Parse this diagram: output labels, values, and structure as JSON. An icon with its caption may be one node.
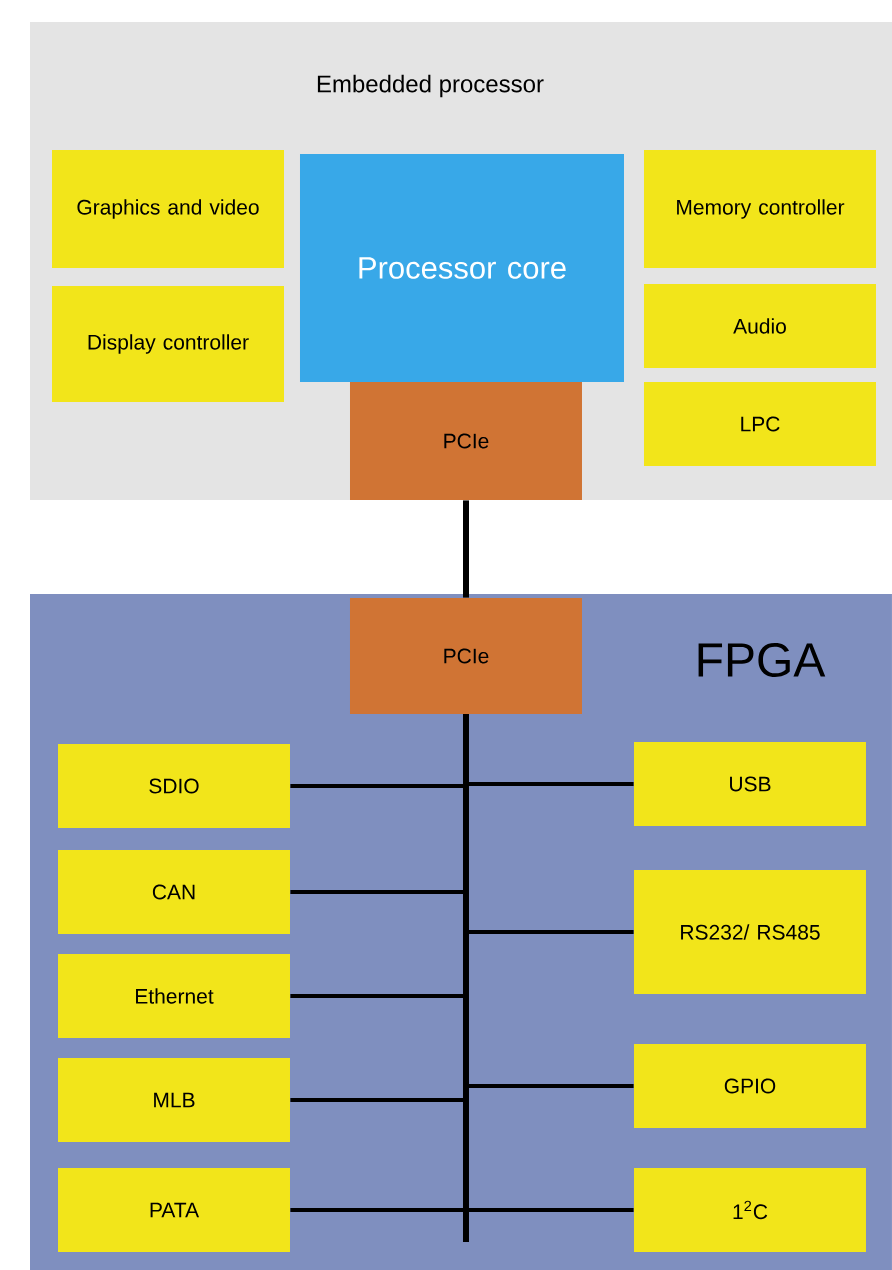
{
  "diagram": {
    "nodes": [
      {
        "text": [
          "Embedded processor"
        ]
      },
      {
        "text": [
          "Graphics and video"
        ],
        "in": 0
      },
      {
        "text": [
          "Processor core"
        ],
        "in": 0
      },
      {
        "text": [
          "Memory controller"
        ],
        "in": 0
      },
      {
        "text": [
          "Display controller"
        ],
        "in": 0
      },
      {
        "text": [
          "Audio"
        ],
        "in": 0
      },
      {
        "text": [
          "PCIe"
        ],
        "in": 0
      },
      {
        "text": [
          "LPC"
        ],
        "in": 0
      },
      {
        "text": [
          "FPGA"
        ]
      },
      {
        "text": [
          "PCIe"
        ],
        "in": 8
      },
      {
        "text": [
          "SDIO"
        ],
        "in": 8
      },
      {
        "text": [
          "USB"
        ],
        "in": 8
      },
      {
        "text": [
          "CAN"
        ],
        "in": 8
      },
      {
        "text": [
          "RS232/ RS485"
        ],
        "in": 8
      },
      {
        "text": [
          "Ethernet"
        ],
        "in": 8
      },
      {
        "text": [
          "GPIO"
        ],
        "in": 8
      },
      {
        "text": [
          "MLB"
        ],
        "in": 8
      },
      {
        "text": [
          "1$^{2}$C"
        ],
        "in": 8
      },
      {
        "text": [
          "PATA"
        ],
        "in": 8
      }
    ],
    "edges": [
      {
        "from": 6,
        "to": 9,
        "arrow": "none"
      },
      {
        "from": 9,
        "to": 10,
        "arrow": "none"
      },
      {
        "from": 9,
        "to": 11,
        "arrow": "none"
      },
      {
        "from": 9,
        "to": 12,
        "arrow": "none"
      },
      {
        "from": 9,
        "to": 13,
        "arrow": "none"
      },
      {
        "from": 9,
        "to": 14,
        "arrow": "none"
      },
      {
        "from": 9,
        "to": 15,
        "arrow": "none"
      },
      {
        "from": 9,
        "to": 16,
        "arrow": "none"
      },
      {
        "from": 9,
        "to": 17,
        "arrow": "none"
      },
      {
        "from": 9,
        "to": 18,
        "arrow": "none"
      }
    ]
  }
}
